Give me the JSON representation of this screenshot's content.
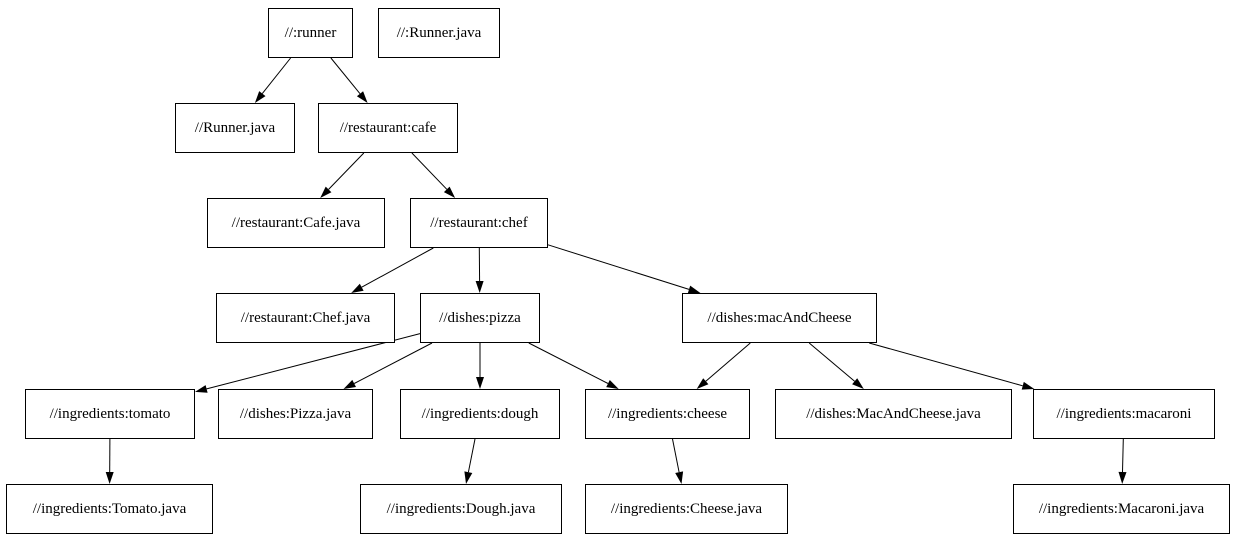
{
  "diagram": {
    "title": "bazel-dependency-graph",
    "type": "directed-graph",
    "colors": {
      "background": "#ffffff",
      "node_fill": "#ffffff",
      "node_border": "#000000",
      "edge": "#000000",
      "text": "#000000"
    },
    "nodes": [
      {
        "id": "runner",
        "label": "//:runner"
      },
      {
        "id": "runner-java-root",
        "label": "//:Runner.java"
      },
      {
        "id": "runner-java",
        "label": "//Runner.java"
      },
      {
        "id": "cafe",
        "label": "//restaurant:cafe"
      },
      {
        "id": "cafe-java",
        "label": "//restaurant:Cafe.java"
      },
      {
        "id": "chef",
        "label": "//restaurant:chef"
      },
      {
        "id": "chef-java",
        "label": "//restaurant:Chef.java"
      },
      {
        "id": "pizza",
        "label": "//dishes:pizza"
      },
      {
        "id": "mac-and-cheese",
        "label": "//dishes:macAndCheese"
      },
      {
        "id": "tomato",
        "label": "//ingredients:tomato"
      },
      {
        "id": "pizza-java",
        "label": "//dishes:Pizza.java"
      },
      {
        "id": "dough",
        "label": "//ingredients:dough"
      },
      {
        "id": "cheese",
        "label": "//ingredients:cheese"
      },
      {
        "id": "mac-and-cheese-java",
        "label": "//dishes:MacAndCheese.java"
      },
      {
        "id": "macaroni",
        "label": "//ingredients:macaroni"
      },
      {
        "id": "tomato-java",
        "label": "//ingredients:Tomato.java"
      },
      {
        "id": "dough-java",
        "label": "//ingredients:Dough.java"
      },
      {
        "id": "cheese-java",
        "label": "//ingredients:Cheese.java"
      },
      {
        "id": "macaroni-java",
        "label": "//ingredients:Macaroni.java"
      }
    ],
    "edges": [
      {
        "from": "runner",
        "to": "runner-java"
      },
      {
        "from": "runner",
        "to": "cafe"
      },
      {
        "from": "cafe",
        "to": "cafe-java"
      },
      {
        "from": "cafe",
        "to": "chef"
      },
      {
        "from": "chef",
        "to": "chef-java"
      },
      {
        "from": "chef",
        "to": "pizza"
      },
      {
        "from": "chef",
        "to": "mac-and-cheese"
      },
      {
        "from": "pizza",
        "to": "tomato"
      },
      {
        "from": "pizza",
        "to": "pizza-java"
      },
      {
        "from": "pizza",
        "to": "dough"
      },
      {
        "from": "pizza",
        "to": "cheese"
      },
      {
        "from": "mac-and-cheese",
        "to": "cheese"
      },
      {
        "from": "mac-and-cheese",
        "to": "mac-and-cheese-java"
      },
      {
        "from": "mac-and-cheese",
        "to": "macaroni"
      },
      {
        "from": "tomato",
        "to": "tomato-java"
      },
      {
        "from": "dough",
        "to": "dough-java"
      },
      {
        "from": "cheese",
        "to": "cheese-java"
      },
      {
        "from": "macaroni",
        "to": "macaroni-java"
      }
    ]
  }
}
